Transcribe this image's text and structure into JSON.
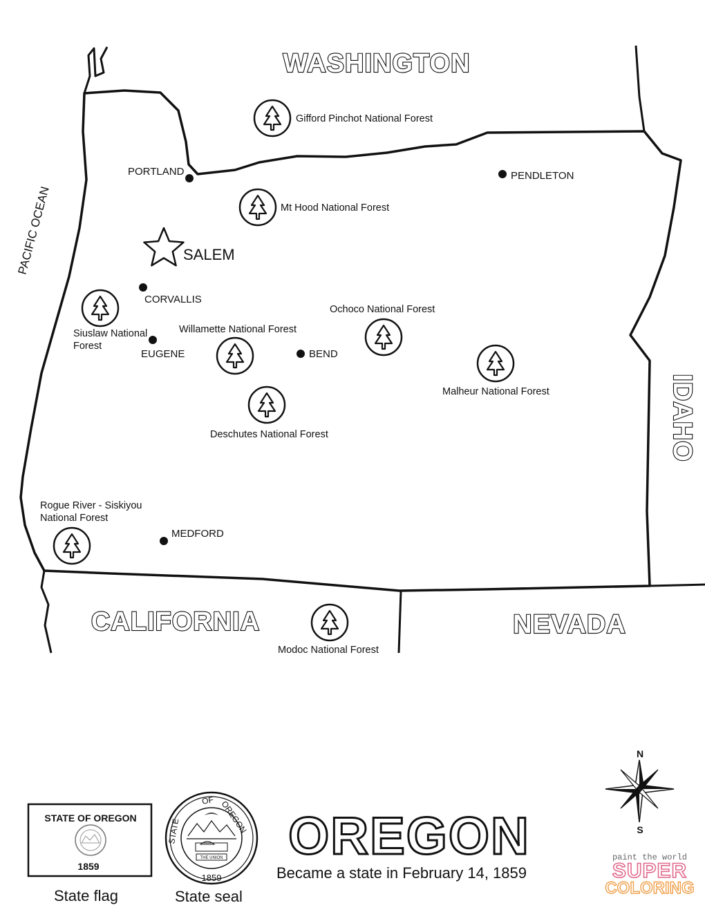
{
  "neighbors": {
    "north": "WASHINGTON",
    "east": "IDAHO",
    "south_west": "CALIFORNIA",
    "south_east": "NEVADA",
    "ocean": "PACIFIC OCEAN"
  },
  "capital": {
    "name": "SALEM"
  },
  "cities": {
    "portland": "PORTLAND",
    "pendleton": "PENDLETON",
    "corvallis": "CORVALLIS",
    "eugene": "EUGENE",
    "bend": "BEND",
    "medford": "MEDFORD"
  },
  "forests": {
    "gifford_pinchot": "Gifford Pinchot National Forest",
    "mt_hood": "Mt Hood National Forest",
    "siuslaw_1": "Siuslaw National",
    "siuslaw_2": "Forest",
    "willamette": "Willamette National Forest",
    "ochoco": "Ochoco National Forest",
    "malheur": "Malheur National Forest",
    "deschutes": "Deschutes National Forest",
    "rogue_1": "Rogue River - Siskiyou",
    "rogue_2": "National Forest",
    "modoc": "Modoc National Forest"
  },
  "state": {
    "name": "OREGON",
    "statehood": "Became a state in February 14, 1859"
  },
  "flag": {
    "title": "STATE OF OREGON",
    "year": "1859",
    "caption": "State flag"
  },
  "seal": {
    "text_left": "STATE",
    "text_of": "OF",
    "text_right": "OREGON",
    "year": "1859",
    "banner": "THE UNION",
    "caption": "State seal"
  },
  "compass": {
    "north": "N",
    "south": "S"
  },
  "logo": {
    "line1": "paint the world",
    "line2": "SUPER",
    "line3": "COLORING"
  },
  "colors": {
    "ink": "#111111",
    "paper": "#ffffff"
  }
}
